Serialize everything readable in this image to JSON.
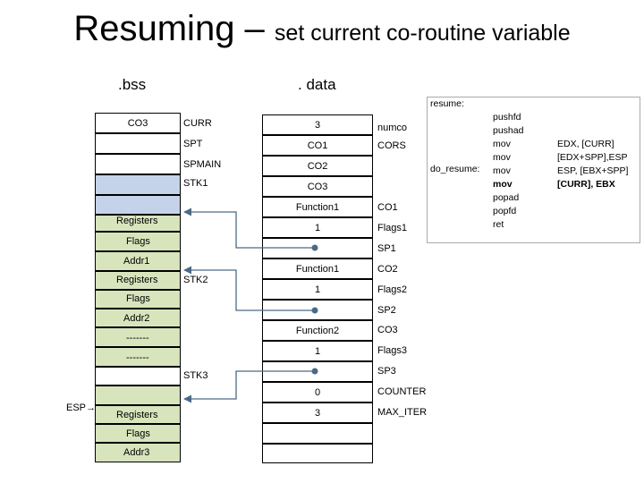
{
  "title": {
    "main": "Resuming – ",
    "sub": "set current co-routine variable"
  },
  "bss": {
    "label": ".bss",
    "left_labels": {
      "registers1": "Registers",
      "flags1": "Flags",
      "addr1": "Addr1",
      "registers2": "Registers",
      "flags2": "Flags",
      "addr2": "Addr2",
      "dash1": "-------",
      "dash2": "-------",
      "esp": "ESP→",
      "registers3": "Registers",
      "flags3": "Flags",
      "addr3": "Addr3"
    },
    "top_cell": "CO3",
    "names": {
      "curr": "CURR",
      "spt": "SPT",
      "spmain": "SPMAIN",
      "stk1": "STK1",
      "stk2": "STK2",
      "stk3": "STK3"
    }
  },
  "data": {
    "label": ". data",
    "cells": [
      "3",
      "CO1",
      "CO2",
      "CO3",
      "Function1",
      "1",
      "",
      "Function1",
      "1",
      "",
      "Function2",
      "1",
      "",
      "0",
      "3",
      "",
      ""
    ],
    "right_labels": {
      "numco": "numco",
      "cors": "CORS",
      "co1": "CO1",
      "flags1": "Flags1",
      "sp1": "SP1",
      "co2": "CO2",
      "flags2": "Flags2",
      "sp2": "SP2",
      "co3": "CO3",
      "flags3": "Flags3",
      "sp3": "SP3",
      "counter": "COUNTER",
      "max_iter": "MAX_ITER"
    }
  },
  "code": {
    "resume_label": "resume:",
    "do_resume_label": "do_resume:",
    "lines": [
      {
        "op": "pushfd",
        "args": "",
        "bold": false
      },
      {
        "op": "pushad",
        "args": "",
        "bold": false
      },
      {
        "op": "mov",
        "args": "EDX, [CURR]",
        "bold": false
      },
      {
        "op": "mov",
        "args": "[EDX+SPP],ESP",
        "bold": false
      },
      {
        "op": "mov",
        "args": "ESP, [EBX+SPP]",
        "bold": false
      },
      {
        "op": "mov",
        "args": "[CURR], EBX",
        "bold": true
      },
      {
        "op": "popad",
        "args": "",
        "bold": false
      },
      {
        "op": "popfd",
        "args": "",
        "bold": false
      },
      {
        "op": "ret",
        "args": "",
        "bold": false
      }
    ]
  },
  "colors": {
    "light_blue": "#c5d3ea",
    "light_green": "#d8e4bc",
    "arrow": "#4a6a86",
    "code_border": "#aaaaaa"
  }
}
